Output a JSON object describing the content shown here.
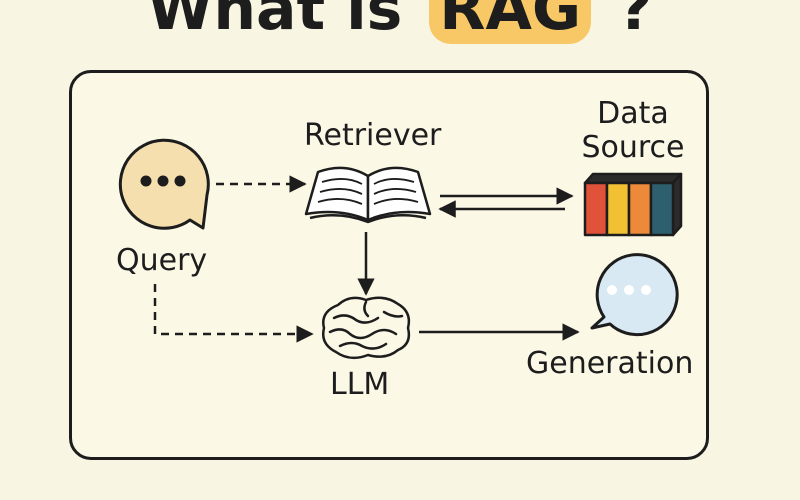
{
  "title": {
    "prefix": "What is",
    "highlight": "RAG",
    "suffix": "?"
  },
  "nodes": {
    "query": "Query",
    "retriever": "Retriever",
    "data_source_line1": "Data",
    "data_source_line2": "Source",
    "llm": "LLM",
    "generation": "Generation"
  },
  "colors": {
    "background": "#f8f6e2",
    "title_highlight": "#f7c865",
    "query_bubble": "#f6dfae",
    "generation_bubble": "#d8e9f3",
    "data_bar_red": "#e0533a",
    "data_bar_yellow": "#f2c133",
    "data_bar_orange": "#ed8a3a",
    "data_bar_teal": "#2e5f6e",
    "ink": "#1d1d1d"
  },
  "icons": {
    "query": "speech-bubble-icon",
    "retriever": "open-book-icon",
    "data_source": "database-stack-icon",
    "llm": "brain-icon",
    "generation": "speech-bubble-icon"
  }
}
